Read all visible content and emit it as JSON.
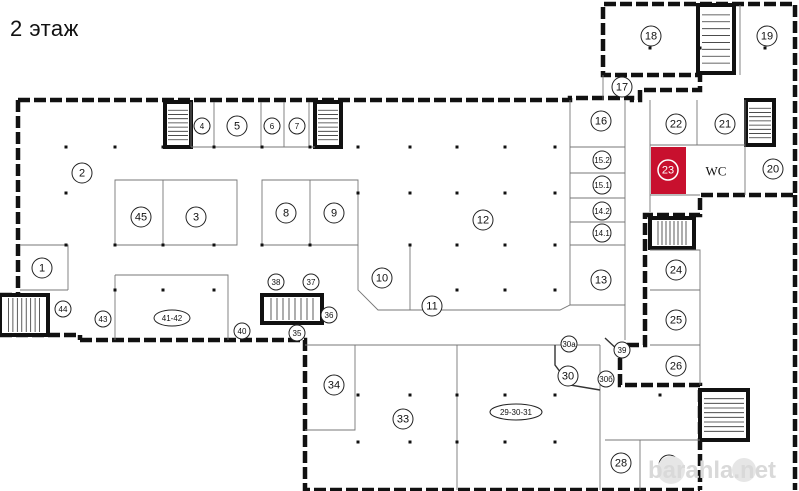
{
  "title": "2 этаж",
  "highlight_color": "#c8102e",
  "wc_label": "WC",
  "units": [
    {
      "id": "u1",
      "label": "1"
    },
    {
      "id": "u2",
      "label": "2"
    },
    {
      "id": "u3",
      "label": "3"
    },
    {
      "id": "u4",
      "label": "4"
    },
    {
      "id": "u5",
      "label": "5"
    },
    {
      "id": "u6",
      "label": "6"
    },
    {
      "id": "u7",
      "label": "7"
    },
    {
      "id": "u8",
      "label": "8"
    },
    {
      "id": "u9",
      "label": "9"
    },
    {
      "id": "u10",
      "label": "10"
    },
    {
      "id": "u11",
      "label": "11"
    },
    {
      "id": "u12",
      "label": "12"
    },
    {
      "id": "u13",
      "label": "13"
    },
    {
      "id": "u14-1",
      "label": "14.1"
    },
    {
      "id": "u14-2",
      "label": "14.2"
    },
    {
      "id": "u15-1",
      "label": "15.1"
    },
    {
      "id": "u15-2",
      "label": "15.2"
    },
    {
      "id": "u16",
      "label": "16"
    },
    {
      "id": "u17",
      "label": "17"
    },
    {
      "id": "u18",
      "label": "18"
    },
    {
      "id": "u19",
      "label": "19"
    },
    {
      "id": "u20",
      "label": "20"
    },
    {
      "id": "u21",
      "label": "21"
    },
    {
      "id": "u22",
      "label": "22"
    },
    {
      "id": "u23",
      "label": "23",
      "highlighted": true
    },
    {
      "id": "u24",
      "label": "24"
    },
    {
      "id": "u25",
      "label": "25"
    },
    {
      "id": "u26",
      "label": "26"
    },
    {
      "id": "u27",
      "label": "27"
    },
    {
      "id": "u28",
      "label": "28"
    },
    {
      "id": "u29-30-31",
      "label": "29-30-31"
    },
    {
      "id": "u30",
      "label": "30"
    },
    {
      "id": "u30a",
      "label": "30a"
    },
    {
      "id": "u30b",
      "label": "30б"
    },
    {
      "id": "u33",
      "label": "33"
    },
    {
      "id": "u34",
      "label": "34"
    },
    {
      "id": "u35",
      "label": "35"
    },
    {
      "id": "u36",
      "label": "36"
    },
    {
      "id": "u37",
      "label": "37"
    },
    {
      "id": "u38",
      "label": "38"
    },
    {
      "id": "u39",
      "label": "39"
    },
    {
      "id": "u40",
      "label": "40"
    },
    {
      "id": "u41-42",
      "label": "41-42"
    },
    {
      "id": "u43",
      "label": "43"
    },
    {
      "id": "u44",
      "label": "44"
    },
    {
      "id": "u45",
      "label": "45"
    }
  ],
  "watermark": "barahla.net",
  "icons": {
    "stairs": "stairs-icon",
    "watermark_logo": "barahla-logo"
  }
}
